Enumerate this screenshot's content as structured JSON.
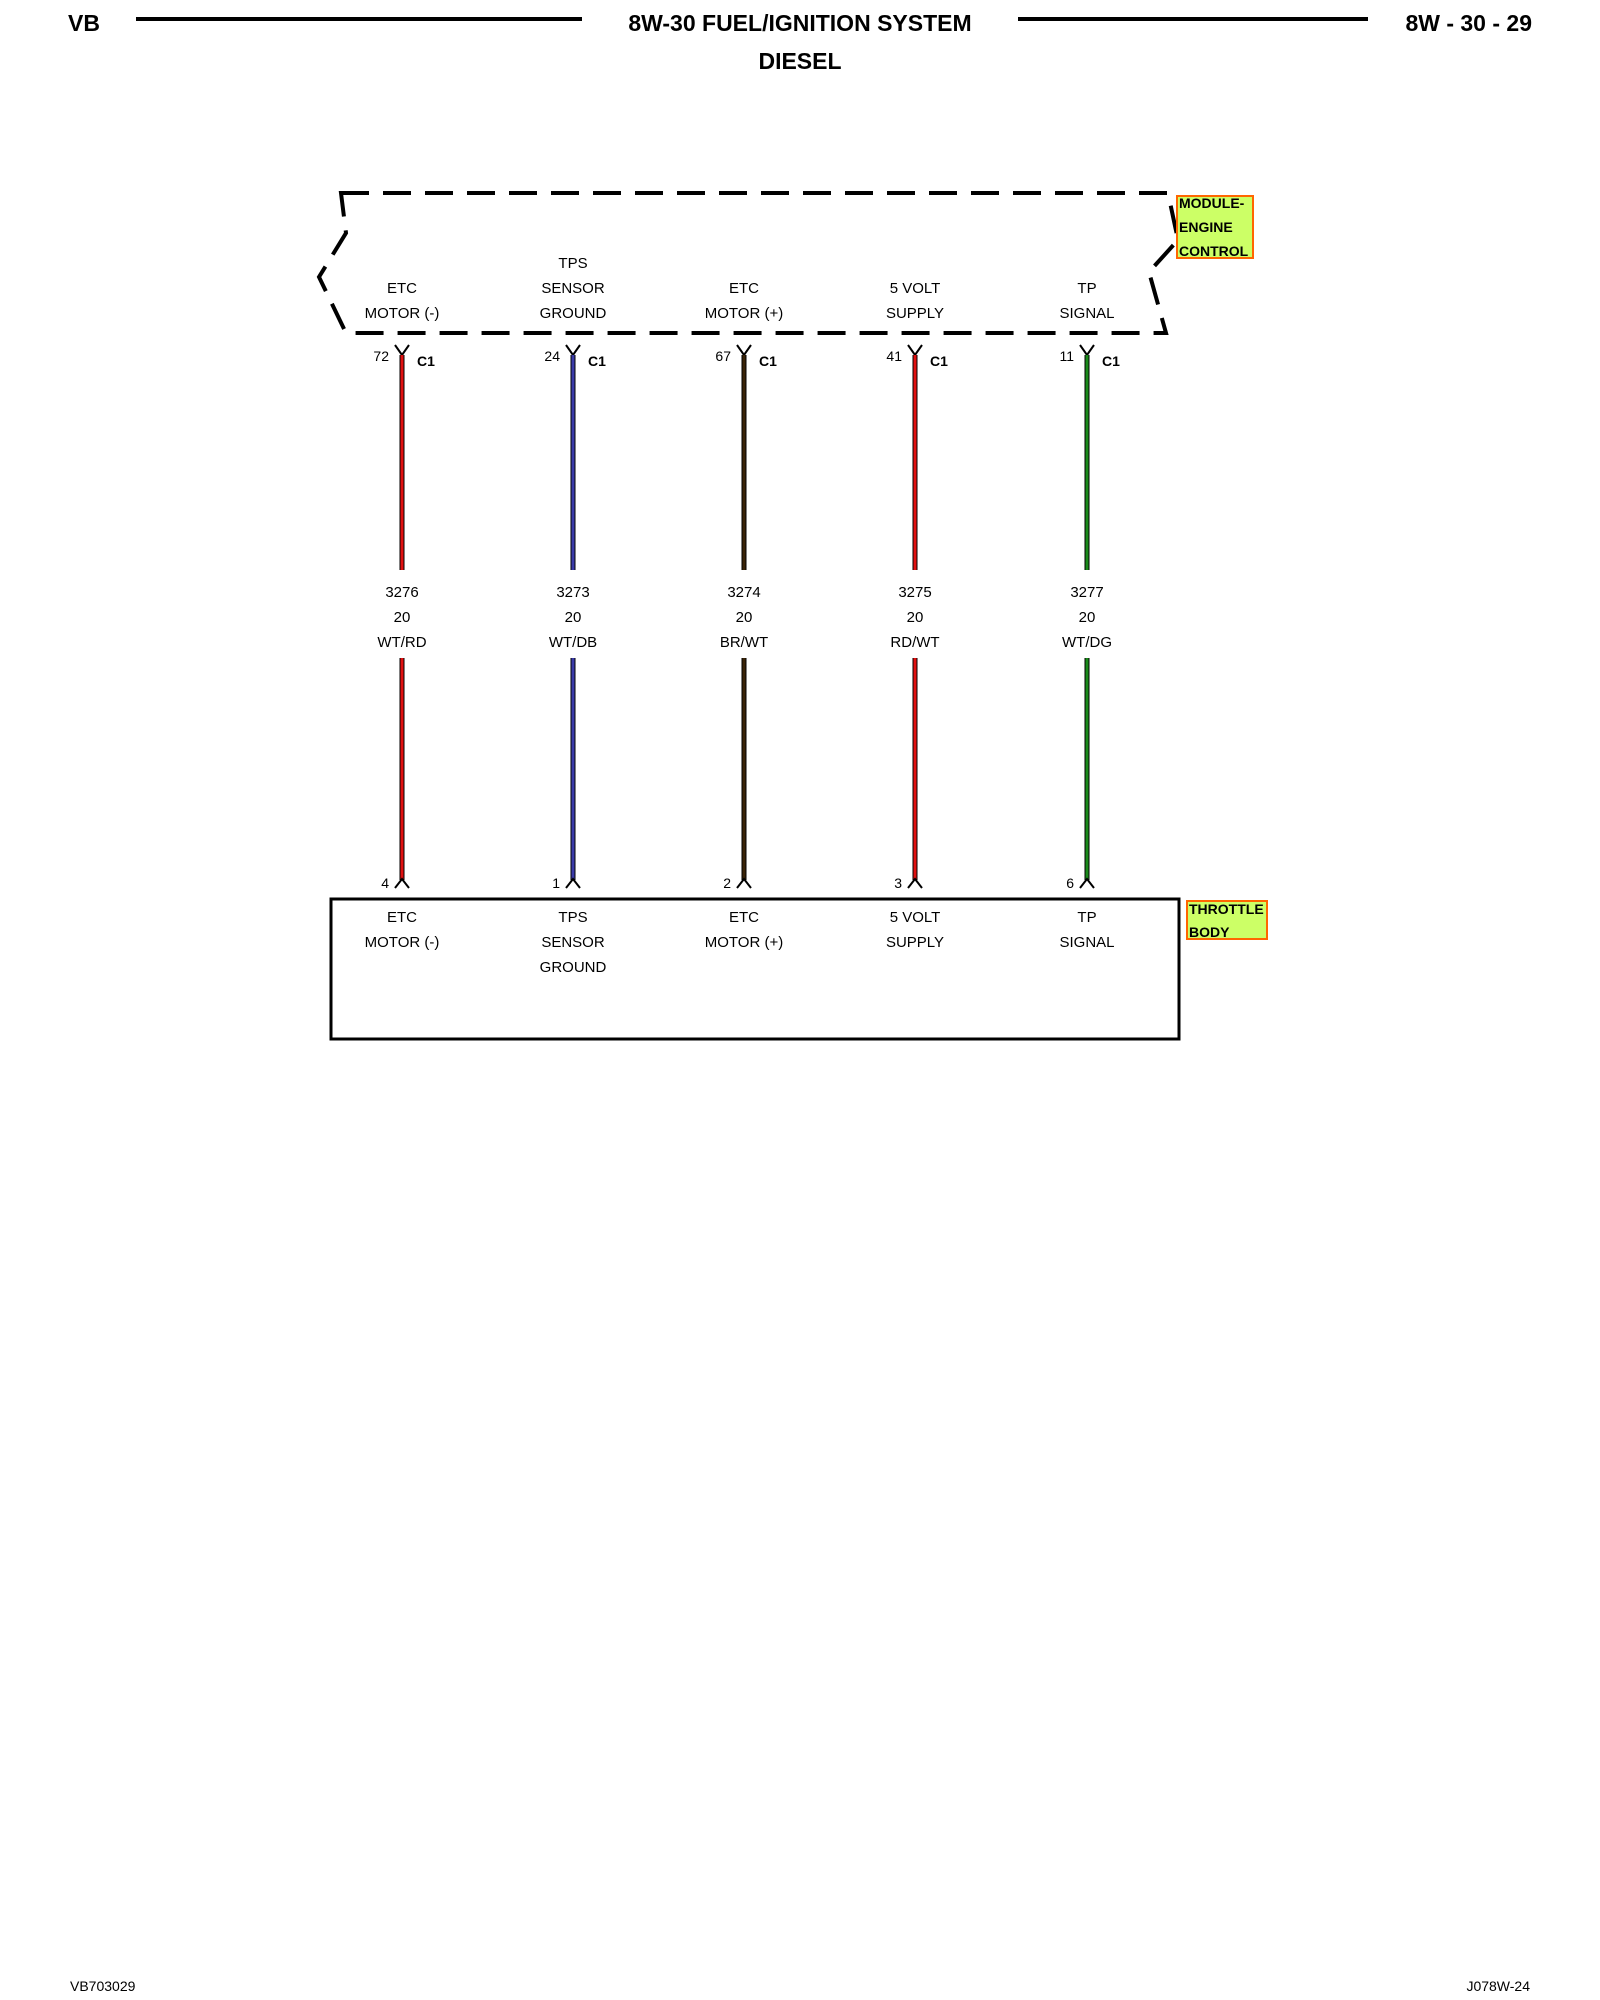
{
  "header": {
    "left": "VB",
    "title": "8W-30 FUEL/IGNITION SYSTEM",
    "subtitle": "DIESEL",
    "page": "8W - 30 - 29"
  },
  "footer": {
    "left": "VB703029",
    "right": "J078W-24"
  },
  "diagram": {
    "module": {
      "name_lines": [
        "MODULE-",
        "ENGINE",
        "CONTROL"
      ],
      "highlight_color": "#ccff66",
      "border_color": "#ff6600"
    },
    "throttle": {
      "name_lines": [
        "THROTTLE",
        "BODY"
      ],
      "highlight_color": "#ccff66",
      "border_color": "#ff6600"
    },
    "circuits": [
      {
        "module_label": [
          "ETC",
          "MOTOR (-)"
        ],
        "module_pin": "72",
        "connector": "C1",
        "circuit": "3276",
        "gauge": "20",
        "color_code": "WT/RD",
        "wire_color": "#e01010",
        "throttle_pin": "4",
        "throttle_label": [
          "ETC",
          "MOTOR (-)"
        ]
      },
      {
        "module_label": [
          "TPS",
          "SENSOR",
          "GROUND"
        ],
        "module_pin": "24",
        "connector": "C1",
        "circuit": "3273",
        "gauge": "20",
        "color_code": "WT/DB",
        "wire_color": "#3a3aa8",
        "throttle_pin": "1",
        "throttle_label": [
          "TPS",
          "SENSOR",
          "GROUND"
        ]
      },
      {
        "module_label": [
          "ETC",
          "MOTOR (+)"
        ],
        "module_pin": "67",
        "connector": "C1",
        "circuit": "3274",
        "gauge": "20",
        "color_code": "BR/WT",
        "wire_color": "#3a2408",
        "throttle_pin": "2",
        "throttle_label": [
          "ETC",
          "MOTOR (+)"
        ]
      },
      {
        "module_label": [
          "5 VOLT",
          "SUPPLY"
        ],
        "module_pin": "41",
        "connector": "C1",
        "circuit": "3275",
        "gauge": "20",
        "color_code": "RD/WT",
        "wire_color": "#e01010",
        "throttle_pin": "3",
        "throttle_label": [
          "5 VOLT",
          "SUPPLY"
        ]
      },
      {
        "module_label": [
          "TP",
          "SIGNAL"
        ],
        "module_pin": "11",
        "connector": "C1",
        "circuit": "3277",
        "gauge": "20",
        "color_code": "WT/DG",
        "wire_color": "#1a8a1a",
        "throttle_pin": "6",
        "throttle_label": [
          "TP",
          "SIGNAL"
        ]
      }
    ]
  }
}
